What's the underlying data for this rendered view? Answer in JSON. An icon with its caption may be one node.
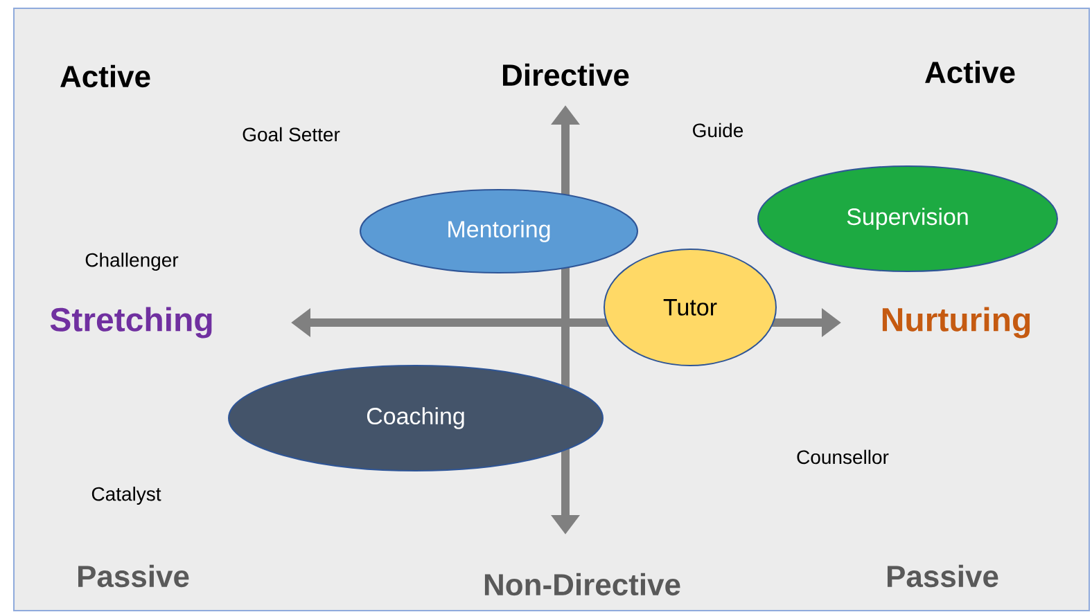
{
  "diagram": {
    "nodes": [
      {
        "text": [
          "Mentoring"
        ]
      },
      {
        "text": [
          "Supervision"
        ]
      },
      {
        "text": [
          "Tutor"
        ]
      },
      {
        "text": [
          "Coaching"
        ]
      }
    ],
    "edges": [],
    "labels": [
      "Active",
      "Directive",
      "Active",
      "Goal Setter",
      "Guide",
      "Challenger",
      "Stretching",
      "Nurturing",
      "Counsellor",
      "Catalyst",
      "Passive",
      "Non-Directive",
      "Passive"
    ]
  }
}
